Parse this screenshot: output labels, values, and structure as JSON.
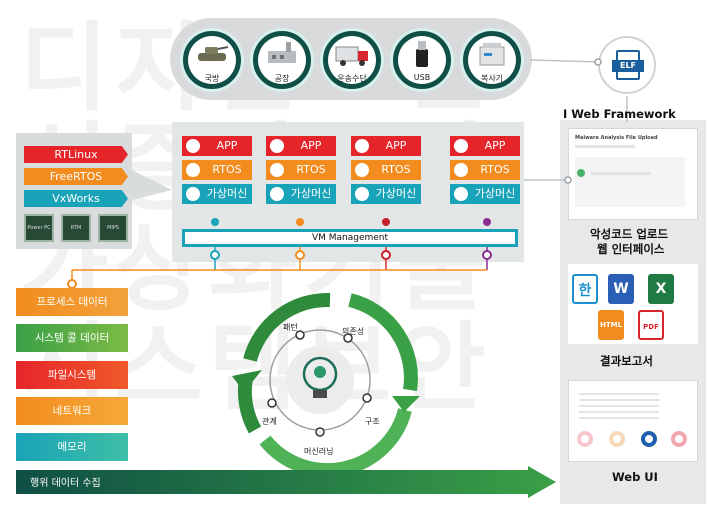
{
  "devices": [
    {
      "label": "국방",
      "icon": "tank-icon"
    },
    {
      "label": "공장",
      "icon": "factory-icon"
    },
    {
      "label": "운송수단",
      "icon": "truck-icon"
    },
    {
      "label": "USB",
      "icon": "usb-icon"
    },
    {
      "label": "복사기",
      "icon": "copier-icon"
    }
  ],
  "elf": {
    "tag": "ELF",
    "heading": "I Web Framework"
  },
  "os_list": [
    "RTLinux",
    "FreeRTOS",
    "VxWorks"
  ],
  "chips": [
    "Power PC",
    "RTM",
    "MIPS"
  ],
  "vm": {
    "stacks": [
      {
        "app": "APP",
        "rtos": "RTOS",
        "vm": "가상머신"
      },
      {
        "app": "APP",
        "rtos": "RTOS",
        "vm": "가상머신"
      },
      {
        "app": "APP",
        "rtos": "RTOS",
        "vm": "가상머신"
      },
      {
        "app": "APP",
        "rtos": "RTOS",
        "vm": "가상머신"
      }
    ],
    "management": "VM Management"
  },
  "data_sources": [
    "프로세스 데이터",
    "시스템 콜 데이터",
    "파일시스템",
    "네트워크",
    "메모리"
  ],
  "collect_label": "행위 데이터 수집",
  "ml_cycle": {
    "nodes": [
      "패턴",
      "의존성",
      "구조",
      "머신러닝",
      "관계"
    ]
  },
  "right": {
    "upload_heading_1": "악성코드 업로드",
    "upload_heading_2": "웹 인터페이스",
    "upload_shot_title": "Malware Analysis File Upload",
    "report_heading": "결과보고서",
    "report_icons": [
      "한",
      "W",
      "X",
      "HTML",
      "PDF"
    ],
    "webui_heading": "Web UI"
  },
  "colors": {
    "red": "#e5252a",
    "orange": "#f28c1e",
    "teal": "#19a3b8",
    "green": "#3aa046",
    "dark_green": "#0f4f45"
  }
}
